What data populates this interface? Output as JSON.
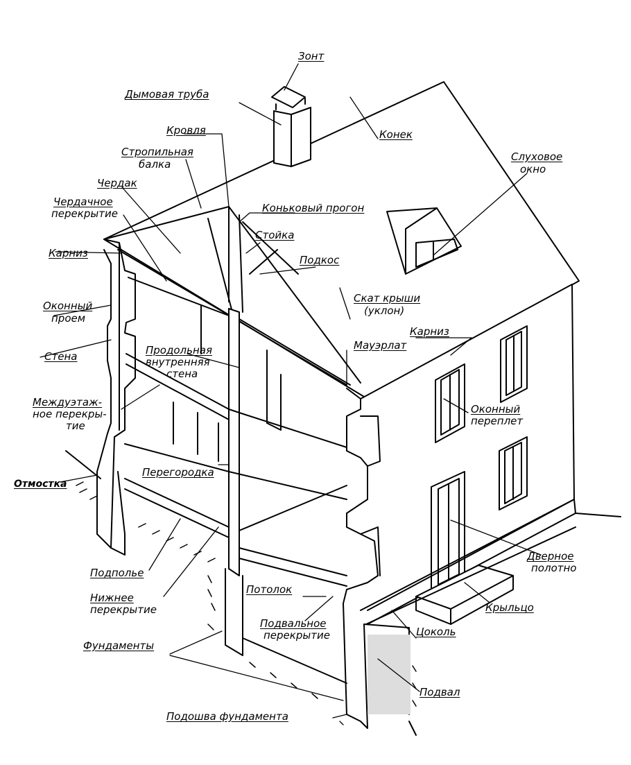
{
  "labels": {
    "zont": "Зонт",
    "dymovaya_truba": "Дымовая труба",
    "konek": "Конек",
    "krovlya": "Кровля",
    "stropilnaya_1": "Стропильная",
    "stropilnaya_2": "балка",
    "cherdak": "Чердак",
    "cherdachnoe_1": "Чердачное",
    "cherdachnoe_2": "перекрытие",
    "konkovyi_progon": "Коньковый прогон",
    "stoika": "Стойка",
    "podkos": "Подкос",
    "karniz_left": "Карниз",
    "slukhovoe_1": "Слуховое",
    "slukhovoe_2": "окно",
    "okonnyi_proem_1": "Оконный",
    "okonnyi_proem_2": "проем",
    "skat_1": "Скат крыши",
    "skat_2": "(уклон)",
    "karniz_right": "Карниз",
    "stena": "Стена",
    "prodolnaya_1": "Продольная",
    "prodolnaya_2": "внутренняя",
    "prodolnaya_3": "стена",
    "mauerlat": "Мауэрлат",
    "mezhduetazh_1": "Междуэтаж-",
    "mezhduetazh_2": "ное перекры-",
    "mezhduetazh_3": "тие",
    "okonnyi_pereplet_1": "Оконный",
    "okonnyi_pereplet_2": "переплет",
    "otmostka": "Отмостка",
    "peregorodka": "Перегородка",
    "podpolie": "Подполье",
    "nizhnee_1": "Нижнее",
    "nizhnee_2": "перекрытие",
    "dvernoe_1": "Дверное",
    "dvernoe_2": "полотно",
    "potolok": "Потолок",
    "krylco": "Крыльцо",
    "podvalnoe_1": "Подвальное",
    "podvalnoe_2": "перекрытие",
    "cokol": "Цоколь",
    "fundamenty": "Фундаменты",
    "podval": "Подвал",
    "podoshva": "Подошва фундамента"
  }
}
